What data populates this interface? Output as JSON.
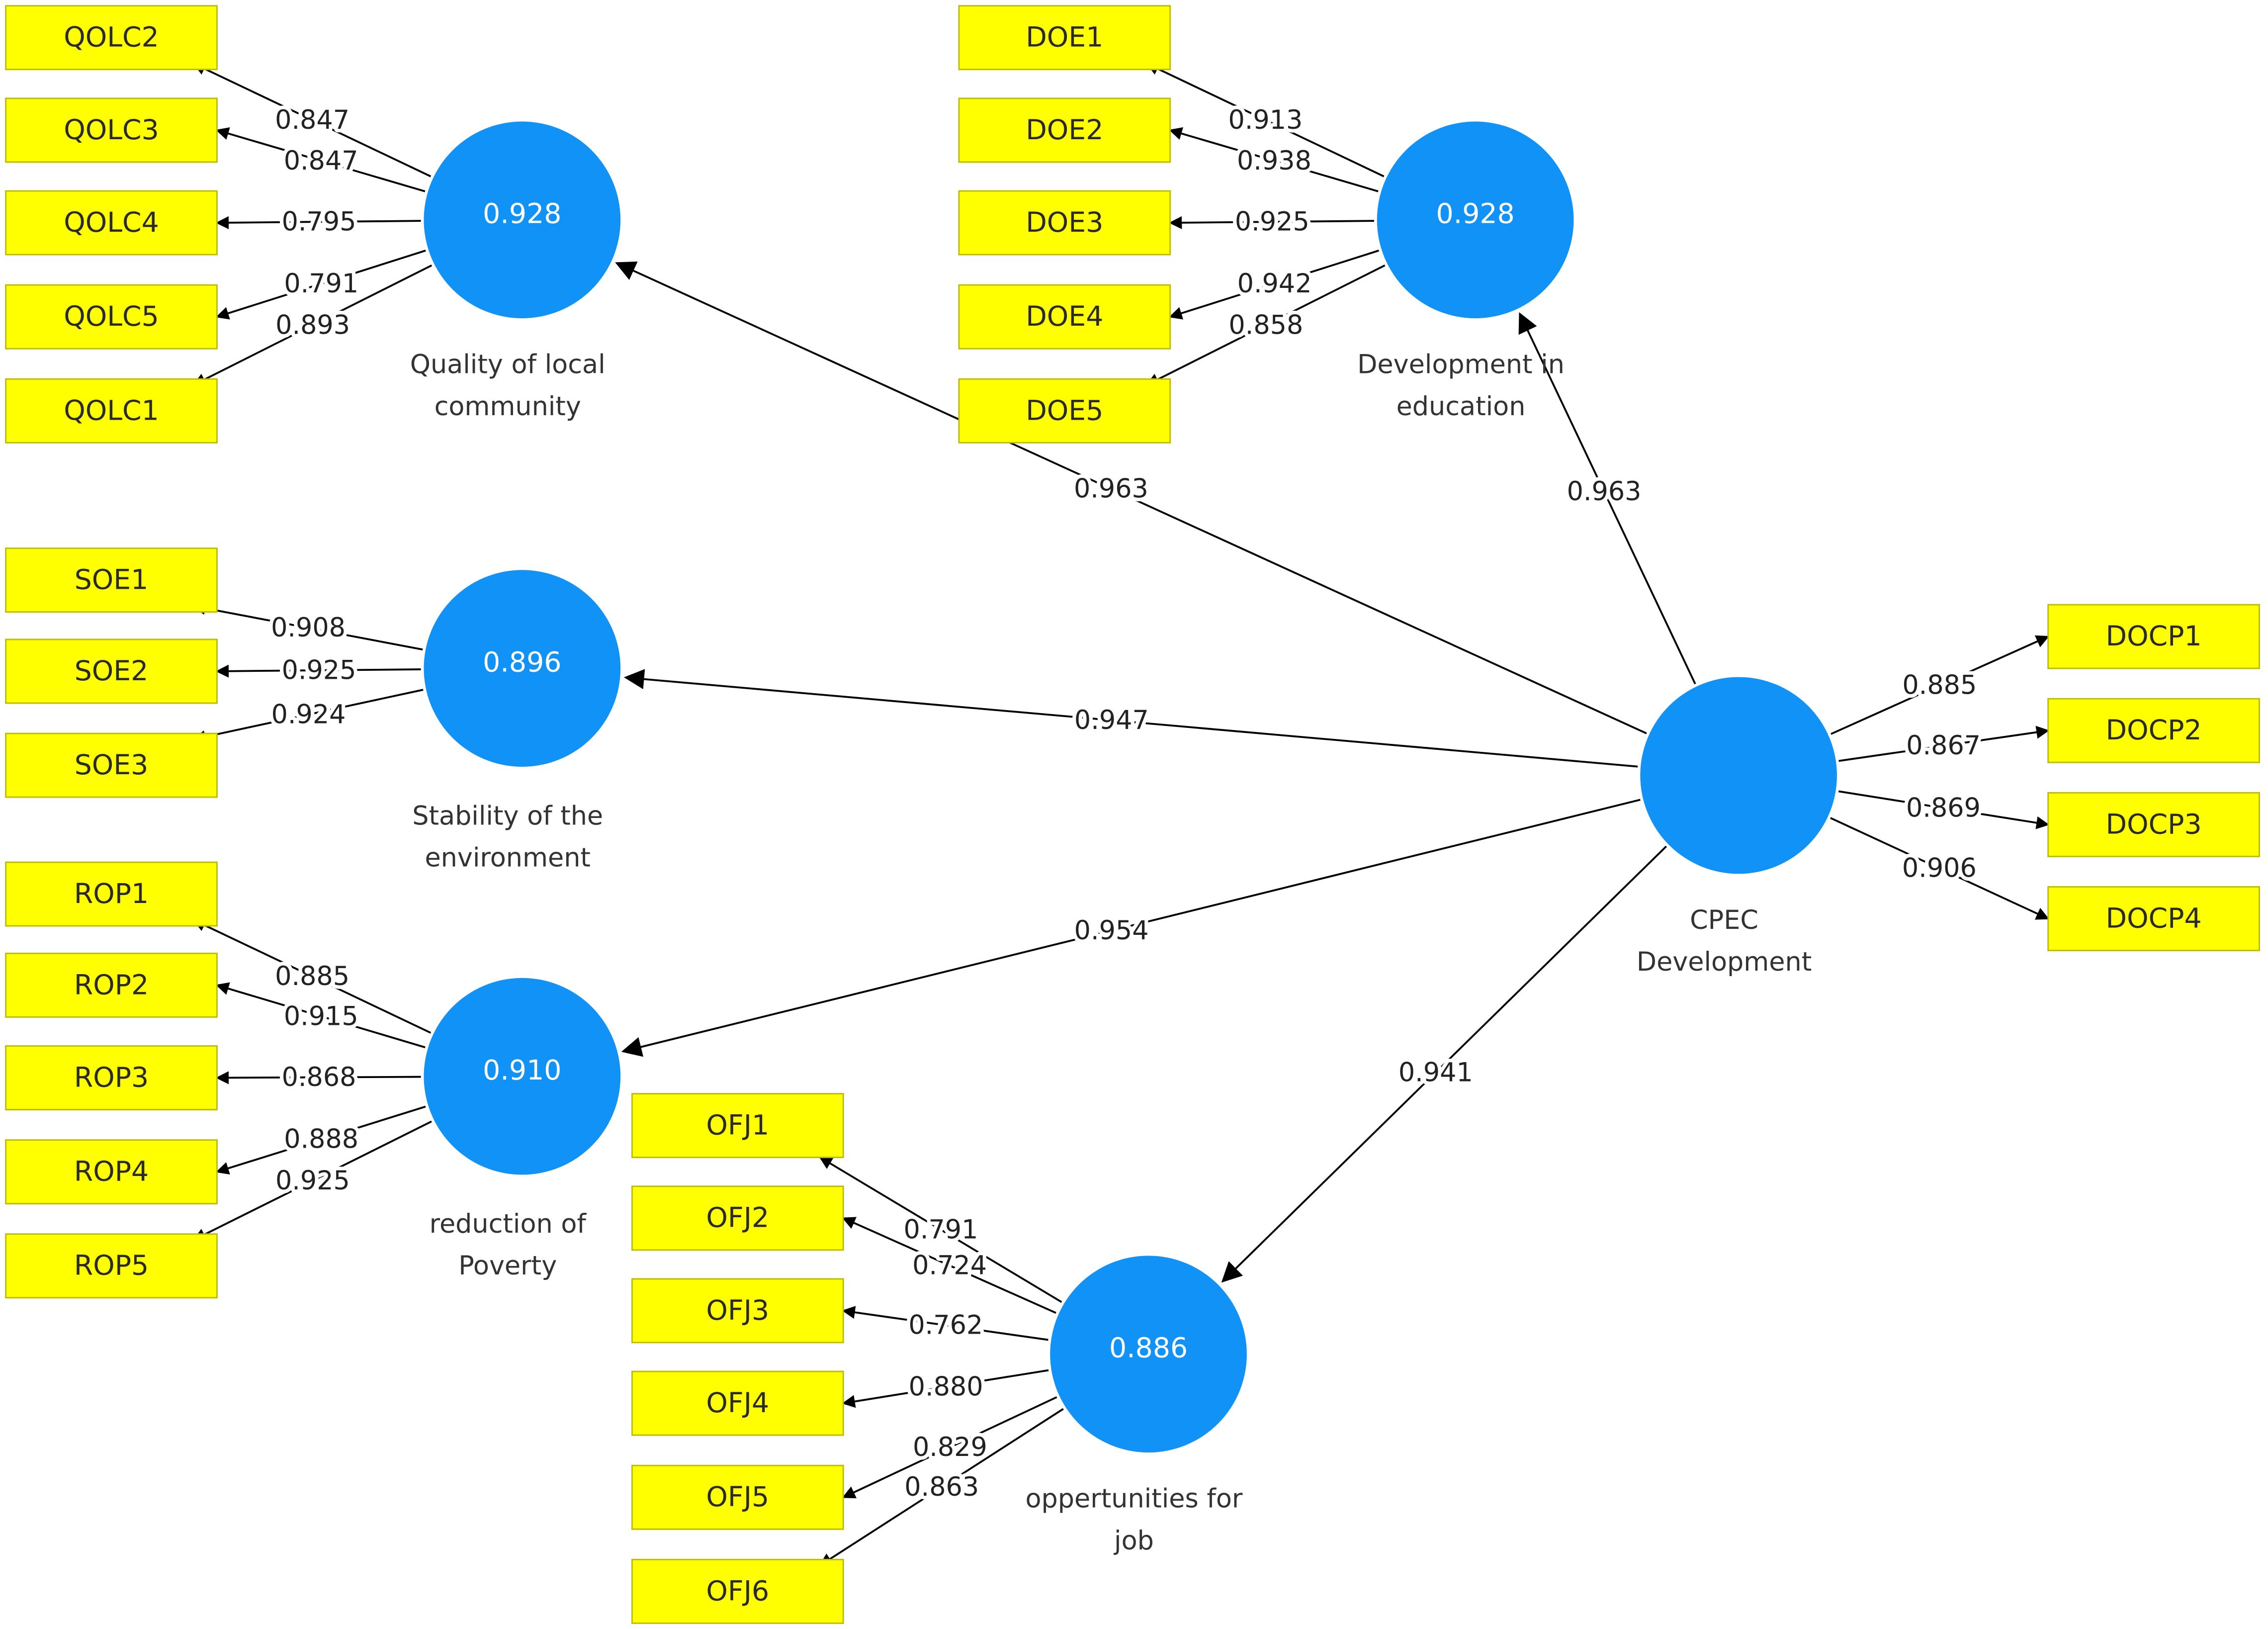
{
  "latents": [
    {
      "id": "QOLC",
      "name_lines": [
        "Quality of local",
        "community"
      ],
      "r2": "0.928"
    },
    {
      "id": "DOE",
      "name_lines": [
        "Development in",
        "education"
      ],
      "r2": "0.928"
    },
    {
      "id": "SOE",
      "name_lines": [
        "Stability of the",
        "environment"
      ],
      "r2": "0.896"
    },
    {
      "id": "ROP",
      "name_lines": [
        "reduction of",
        "Poverty"
      ],
      "r2": "0.910"
    },
    {
      "id": "OFJ",
      "name_lines": [
        "oppertunities for",
        "job"
      ],
      "r2": "0.886"
    },
    {
      "id": "CPEC",
      "name_lines": [
        "CPEC",
        "Development"
      ],
      "r2": ""
    }
  ],
  "indicators": [
    {
      "label": "QOLC2",
      "latent": "QOLC",
      "loading": "0.847"
    },
    {
      "label": "QOLC3",
      "latent": "QOLC",
      "loading": "0.847"
    },
    {
      "label": "QOLC4",
      "latent": "QOLC",
      "loading": "0.795"
    },
    {
      "label": "QOLC5",
      "latent": "QOLC",
      "loading": "0.791"
    },
    {
      "label": "QOLC1",
      "latent": "QOLC",
      "loading": "0.893"
    },
    {
      "label": "DOE1",
      "latent": "DOE",
      "loading": "0.913"
    },
    {
      "label": "DOE2",
      "latent": "DOE",
      "loading": "0.938"
    },
    {
      "label": "DOE3",
      "latent": "DOE",
      "loading": "0.925"
    },
    {
      "label": "DOE4",
      "latent": "DOE",
      "loading": "0.942"
    },
    {
      "label": "DOE5",
      "latent": "DOE",
      "loading": "0.858"
    },
    {
      "label": "SOE1",
      "latent": "SOE",
      "loading": "0.908"
    },
    {
      "label": "SOE2",
      "latent": "SOE",
      "loading": "0.925"
    },
    {
      "label": "SOE3",
      "latent": "SOE",
      "loading": "0.924"
    },
    {
      "label": "ROP1",
      "latent": "ROP",
      "loading": "0.885"
    },
    {
      "label": "ROP2",
      "latent": "ROP",
      "loading": "0.915"
    },
    {
      "label": "ROP3",
      "latent": "ROP",
      "loading": "0.868"
    },
    {
      "label": "ROP4",
      "latent": "ROP",
      "loading": "0.888"
    },
    {
      "label": "ROP5",
      "latent": "ROP",
      "loading": "0.925"
    },
    {
      "label": "OFJ1",
      "latent": "OFJ",
      "loading": "0.791"
    },
    {
      "label": "OFJ2",
      "latent": "OFJ",
      "loading": "0.724"
    },
    {
      "label": "OFJ3",
      "latent": "OFJ",
      "loading": "0.762"
    },
    {
      "label": "OFJ4",
      "latent": "OFJ",
      "loading": "0.880"
    },
    {
      "label": "OFJ5",
      "latent": "OFJ",
      "loading": "0.829"
    },
    {
      "label": "OFJ6",
      "latent": "OFJ",
      "loading": "0.863"
    },
    {
      "label": "DOCP1",
      "latent": "CPEC",
      "loading": "0.885"
    },
    {
      "label": "DOCP2",
      "latent": "CPEC",
      "loading": "0.867"
    },
    {
      "label": "DOCP3",
      "latent": "CPEC",
      "loading": "0.869"
    },
    {
      "label": "DOCP4",
      "latent": "CPEC",
      "loading": "0.906"
    }
  ],
  "paths": [
    {
      "from": "CPEC",
      "to": "QOLC",
      "coefficient": "0.963"
    },
    {
      "from": "CPEC",
      "to": "DOE",
      "coefficient": "0.963"
    },
    {
      "from": "CPEC",
      "to": "SOE",
      "coefficient": "0.947"
    },
    {
      "from": "CPEC",
      "to": "ROP",
      "coefficient": "0.954"
    },
    {
      "from": "CPEC",
      "to": "OFJ",
      "coefficient": "0.941"
    }
  ],
  "colors": {
    "latent_fill": "#1192f7",
    "indicator_fill": "#ffff00",
    "edge": "#000000"
  }
}
